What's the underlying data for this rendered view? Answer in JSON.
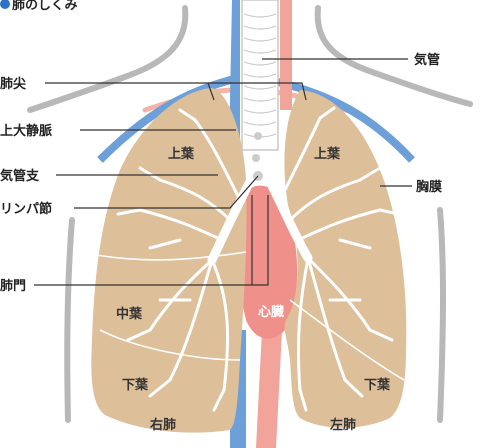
{
  "title": "肺のしくみ",
  "labels": {
    "trachea": "気管",
    "apex": "肺尖",
    "svc": "上大静脈",
    "bronchus": "気管支",
    "lymph_node": "リンパ節",
    "hilum": "肺門",
    "pleura": "胸膜",
    "upper_lobe_right": "上葉",
    "upper_lobe_left": "上葉",
    "middle_lobe": "中葉",
    "lower_lobe_right": "下葉",
    "lower_lobe_left": "下葉",
    "heart": "心臓",
    "right_lung": "右肺",
    "left_lung": "左肺"
  },
  "colors": {
    "lung": "#ddbf9a",
    "lung_line": "#ffffff",
    "vein": "#6d9fd8",
    "artery": "#f2a49b",
    "heart": "#f0908a",
    "body_outline": "#b8b8b8",
    "airway": "#ffffff",
    "title_dot": "#2a73c8"
  }
}
